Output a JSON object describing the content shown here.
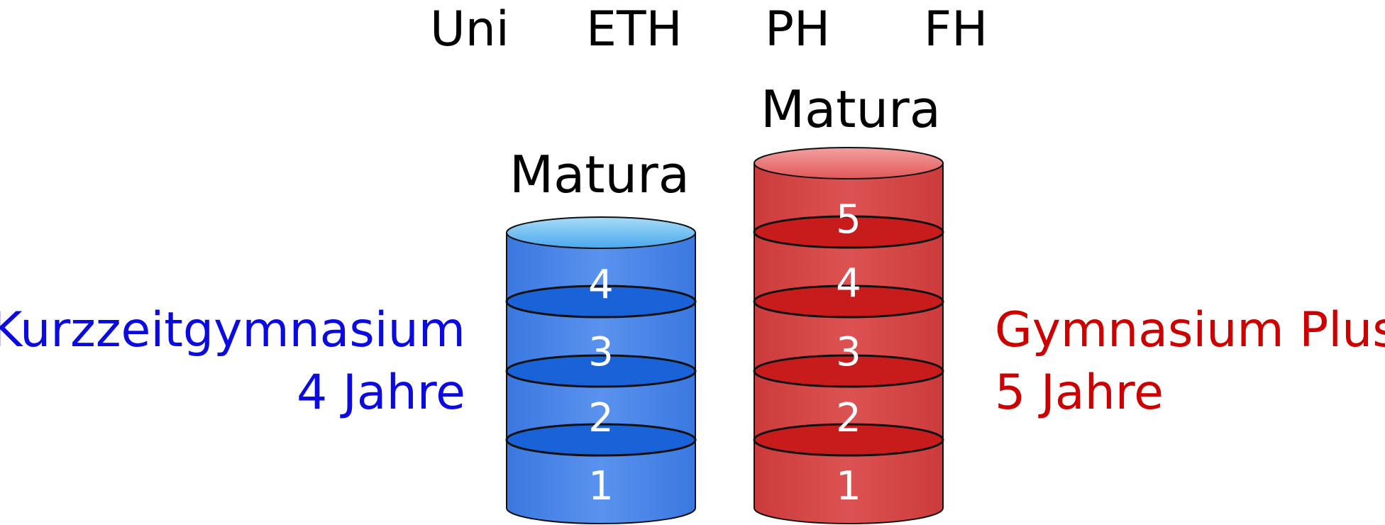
{
  "institutions": [
    "Uni",
    "ETH",
    "PH",
    "FH"
  ],
  "left_program": {
    "name": "Kurzzeitgymnasium",
    "duration": "4 Jahre",
    "color": "#0b0be0",
    "cylinder_color": "#4a86e8",
    "disc_color": "#1a62d8",
    "top_label": "Matura",
    "levels": [
      "1",
      "2",
      "3",
      "4"
    ]
  },
  "right_program": {
    "name": "Gymnasium Plus",
    "duration": "5 Jahre",
    "color": "#cc0000",
    "cylinder_color": "#d64545",
    "disc_color": "#c81c1c",
    "top_label": "Matura",
    "levels": [
      "1",
      "2",
      "3",
      "4",
      "5"
    ]
  }
}
